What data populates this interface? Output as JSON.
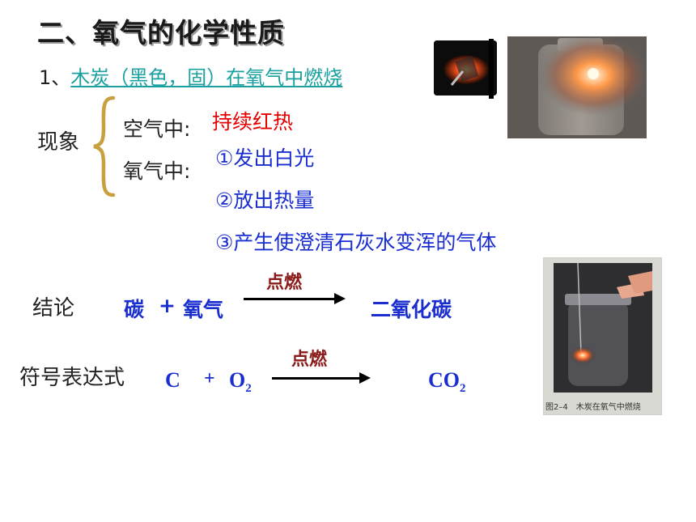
{
  "title": "二、氧气的化学性质",
  "subtitle": {
    "number": "1、",
    "text": "木炭（黑色，固）在氧气中燃烧"
  },
  "phenomenon": {
    "label": "现象",
    "in_air_label": "空气中:",
    "in_air_result": "持续红热",
    "in_oxygen_label": "氧气中:",
    "in_oxygen_results": [
      "①发出白光",
      "②放出热量",
      "③产生使澄清石灰水变浑的气体"
    ]
  },
  "conclusion": {
    "label": "结论",
    "reactant1": "碳",
    "plus": "+",
    "reactant2": "氧气",
    "condition": "点燃",
    "product": "二氧化碳"
  },
  "symbol_expression": {
    "label": "符号表达式",
    "reactant1": "C",
    "plus": "+",
    "reactant2": "O",
    "reactant2_sub": "2",
    "condition": "点燃",
    "product": "CO",
    "product_sub": "2"
  },
  "figure_caption": "图2–4　木炭在氧气中燃烧",
  "colors": {
    "link": "#1aa0a0",
    "red": "#e60000",
    "blue": "#1a2ed0",
    "maroon": "#8b1a1a",
    "brace": "#c8a040"
  }
}
